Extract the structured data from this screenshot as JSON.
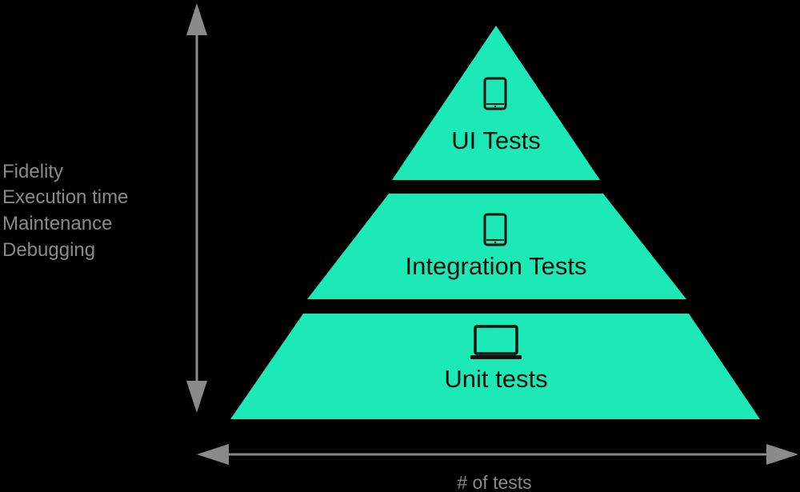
{
  "colors": {
    "background": "#000000",
    "tier_fill": "#1de9b6",
    "icon": "#111111",
    "axis": "#8a8a8a"
  },
  "tiers": [
    {
      "label": "UI Tests",
      "icon": "smartphone-icon"
    },
    {
      "label": "Integration Tests",
      "icon": "smartphone-icon"
    },
    {
      "label": "Unit tests",
      "icon": "laptop-icon"
    }
  ],
  "vertical_axis": {
    "labels": [
      "Fidelity",
      "Execution time",
      "Maintenance",
      "Debugging"
    ]
  },
  "horizontal_axis": {
    "label": "# of tests"
  }
}
